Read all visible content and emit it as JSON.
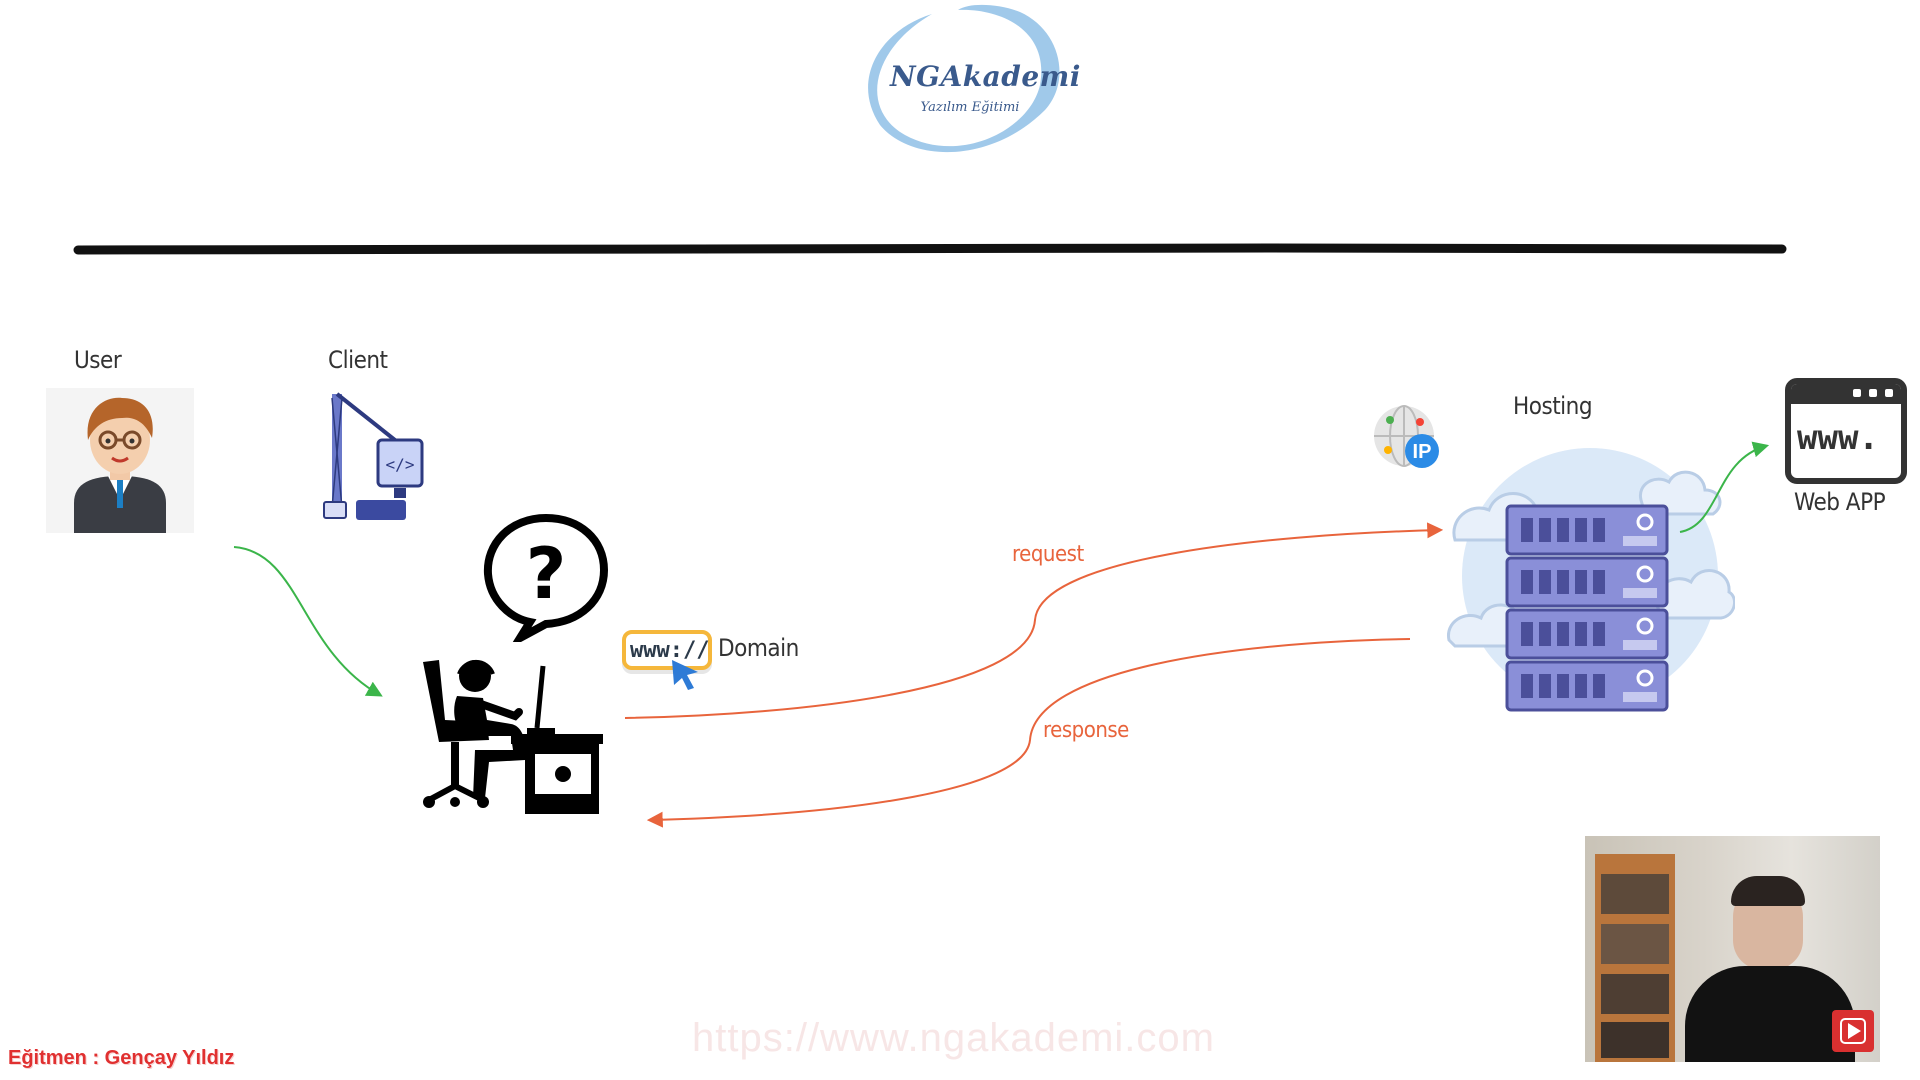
{
  "logo": {
    "title": "NGAkademi",
    "subtitle": "Yazılım Eğitimi"
  },
  "nodes": {
    "user": "User",
    "client": "Client",
    "domain": "Domain",
    "hosting": "Hosting",
    "web_app": "Web APP"
  },
  "arrows": {
    "request": "request",
    "response": "response"
  },
  "icons": {
    "domain_badge_text": "www://",
    "ip_badge_text": "IP",
    "webapp_window_text": "www.",
    "question_mark": "?"
  },
  "footer": {
    "instructor": "Eğitmen : Gençay Yıldız",
    "watermark": "https://www.ngakademi.com"
  },
  "colors": {
    "request_arrow": "#e8643c",
    "response_arrow": "#e8643c",
    "user_arrow": "#3bb54a",
    "webapp_arrow": "#3bb54a",
    "divider": "#111111",
    "logo_swoosh": "#7fb6e0",
    "server": "#6c6fc0",
    "instructor_text": "#e03030"
  }
}
